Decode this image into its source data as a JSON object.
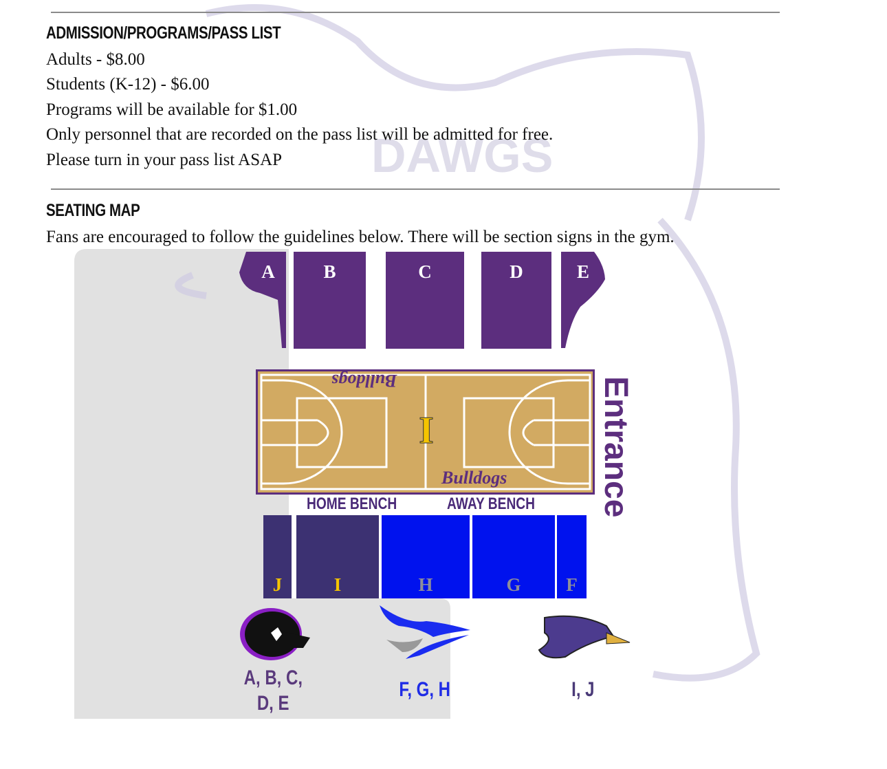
{
  "admission": {
    "heading": "ADMISSION/PROGRAMS/PASS LIST",
    "lines": [
      "Adults - $8.00",
      "Students (K-12) - $6.00",
      "Programs will be available for $1.00",
      "Only personnel that are recorded on the pass list will be admitted for free.",
      "Please turn in your pass list ASAP"
    ]
  },
  "seating": {
    "heading": "SEATING MAP",
    "intro": "Fans are encouraged to follow the guidelines below. There will be section signs in the gym.",
    "top_sections": [
      "A",
      "B",
      "C",
      "D",
      "E"
    ],
    "bottom_sections": [
      "J",
      "I",
      "H",
      "G",
      "F"
    ],
    "court": {
      "top_text": "Bulldogs",
      "bottom_text": "Bulldogs",
      "center_logo": "I",
      "entrance": "Entrance",
      "home_bench": "HOME BENCH",
      "away_bench": "AWAY BENCH"
    },
    "legend": [
      {
        "label_line1": "A, B, C,",
        "label_line2": "D, E",
        "icon": "bulldog-icon"
      },
      {
        "label_line1": "F, G, H",
        "icon": "blue-bird-icon"
      },
      {
        "label_line1": "I, J",
        "icon": "purple-hawk-icon"
      }
    ],
    "colors": {
      "top": "#5c2e7e",
      "home": "#3c3172",
      "away": "#0012ee",
      "court": "#d2aa62",
      "gold": "#f5c400"
    }
  }
}
